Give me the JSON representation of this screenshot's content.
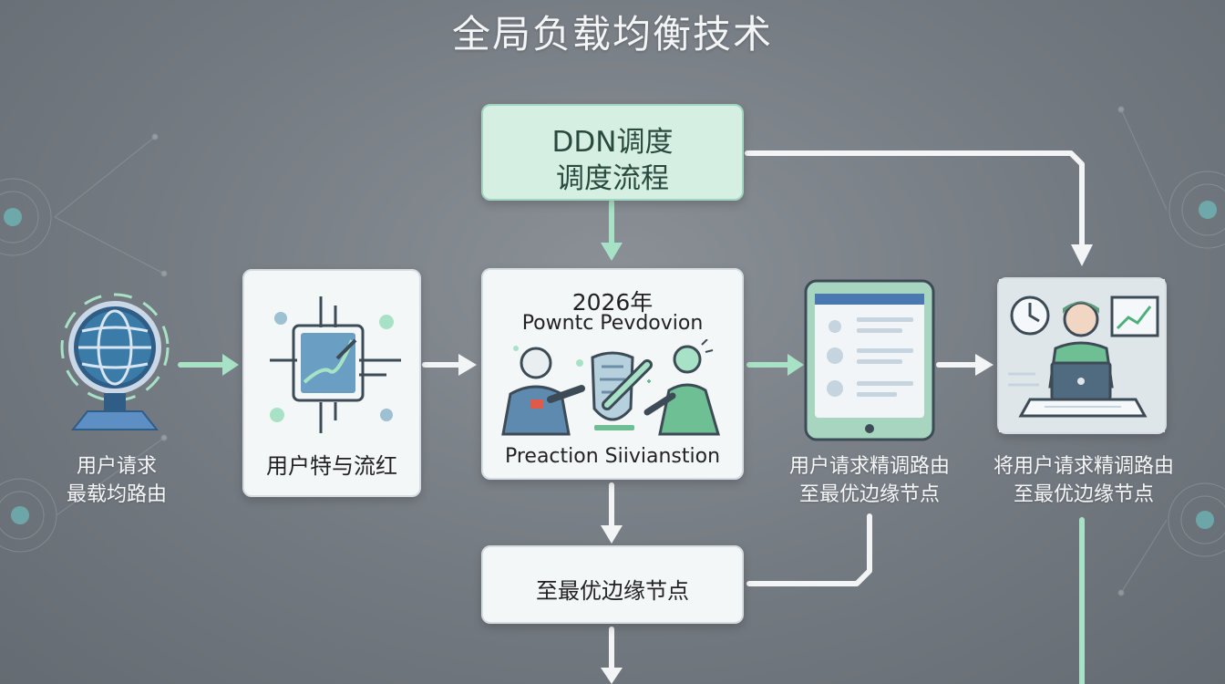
{
  "title": "全局负载均衡技术",
  "ddn_box": {
    "line1": "DDN调度",
    "line2": "调度流程"
  },
  "traffic_box": {
    "label": "用户特​与流红"
  },
  "center_box": {
    "year": "2026年",
    "subtitle": "Powntc Pevdovion",
    "caption": "Preaction Siivianstion"
  },
  "bottom_box": {
    "label": "至最优边缘节点"
  },
  "globe_label": {
    "line1": "用户请求",
    "line2": "最载均路由"
  },
  "tablet_label": {
    "line1": "用户请求精调路由",
    "line2": "至最优边缘节点"
  },
  "operator_label": {
    "line1": "将用户请求精调路由",
    "line2": "至最优边缘节点"
  },
  "icons": [
    "globe-icon",
    "chip-icon",
    "shield-icon",
    "person-icon",
    "tablet-icon",
    "operator-icon",
    "laptop-icon",
    "clock-icon",
    "chart-icon"
  ],
  "colors": {
    "accent_green": "#9fdcc0",
    "arrow_white": "#f2f4f5",
    "box_bg": "#f4f7f8",
    "green_box_bg": "#d6efe3"
  }
}
